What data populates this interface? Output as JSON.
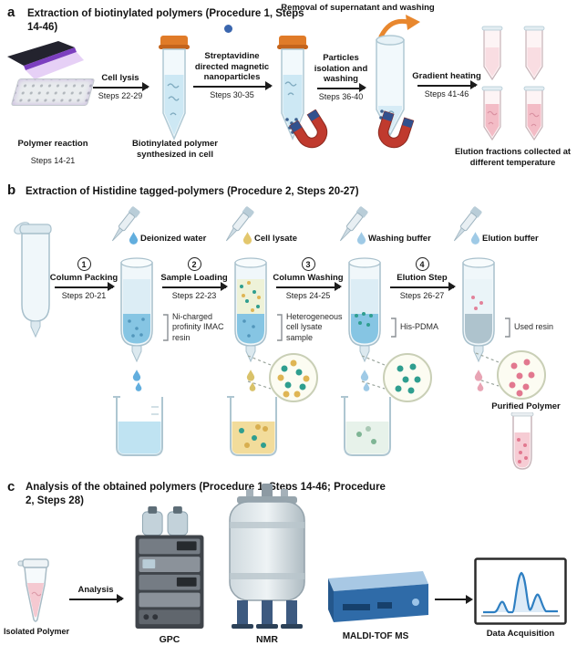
{
  "colors": {
    "cap_orange": "#e07b28",
    "magnet_red": "#c03a2e",
    "magnet_tip_blue": "#32518e",
    "liquid_blue": "#cde8f4",
    "liquid_pink": "#f6ccd4",
    "resin_blue": "#86c5e3",
    "curve_blue": "#2e7fc2"
  },
  "panel_a": {
    "label": "a",
    "title": "Extraction of biotinylated polymers (Procedure 1, Steps 14-46)",
    "removal_note": "Removal of supernatant and washing",
    "polymer_reaction": "Polymer reaction",
    "polymer_reaction_steps": "Steps 14-21",
    "cell_lysis": "Cell lysis",
    "cell_lysis_steps": "Steps 22-29",
    "biotinylated_caption": "Biotinylated polymer synthesized in cell",
    "streptavidine": "Streptavidine directed magnetic nanoparticles",
    "streptavidine_steps": "Steps 30-35",
    "particles_isolation": "Particles isolation and washing",
    "particles_isolation_steps": "Steps 36-40",
    "gradient_heating": "Gradient heating",
    "gradient_heating_steps": "Steps 41-46",
    "elution_caption": "Elution fractions collected at different temperature"
  },
  "panel_b": {
    "label": "b",
    "title": "Extraction of Histidine tagged-polymers (Procedure 2, Steps 20-27)",
    "stages": [
      {
        "num": "1",
        "label": "Column Packing",
        "steps": "Steps 20-21"
      },
      {
        "num": "2",
        "label": "Sample Loading",
        "steps": "Steps 22-23"
      },
      {
        "num": "3",
        "label": "Column Washing",
        "steps": "Steps 24-25"
      },
      {
        "num": "4",
        "label": "Elution Step",
        "steps": "Steps 26-27"
      }
    ],
    "drops": [
      "Deionized water",
      "Cell lysate",
      "Washing buffer",
      "Elution buffer"
    ],
    "annotations": [
      "Ni-charged profinity IMAC resin",
      "Heterogeneous cell lysate sample",
      "His-PDMA",
      "Used resin"
    ],
    "purified_polymer": "Purified Polymer"
  },
  "panel_c": {
    "label": "c",
    "title": "Analysis of the obtained polymers (Procedure 1, Steps 14-46; Procedure 2, Steps 28)",
    "isolated_polymer": "Isolated Polymer",
    "analysis": "Analysis",
    "instruments": [
      "GPC",
      "NMR",
      "MALDI-TOF MS"
    ],
    "data_acquisition": "Data Acquisition"
  }
}
